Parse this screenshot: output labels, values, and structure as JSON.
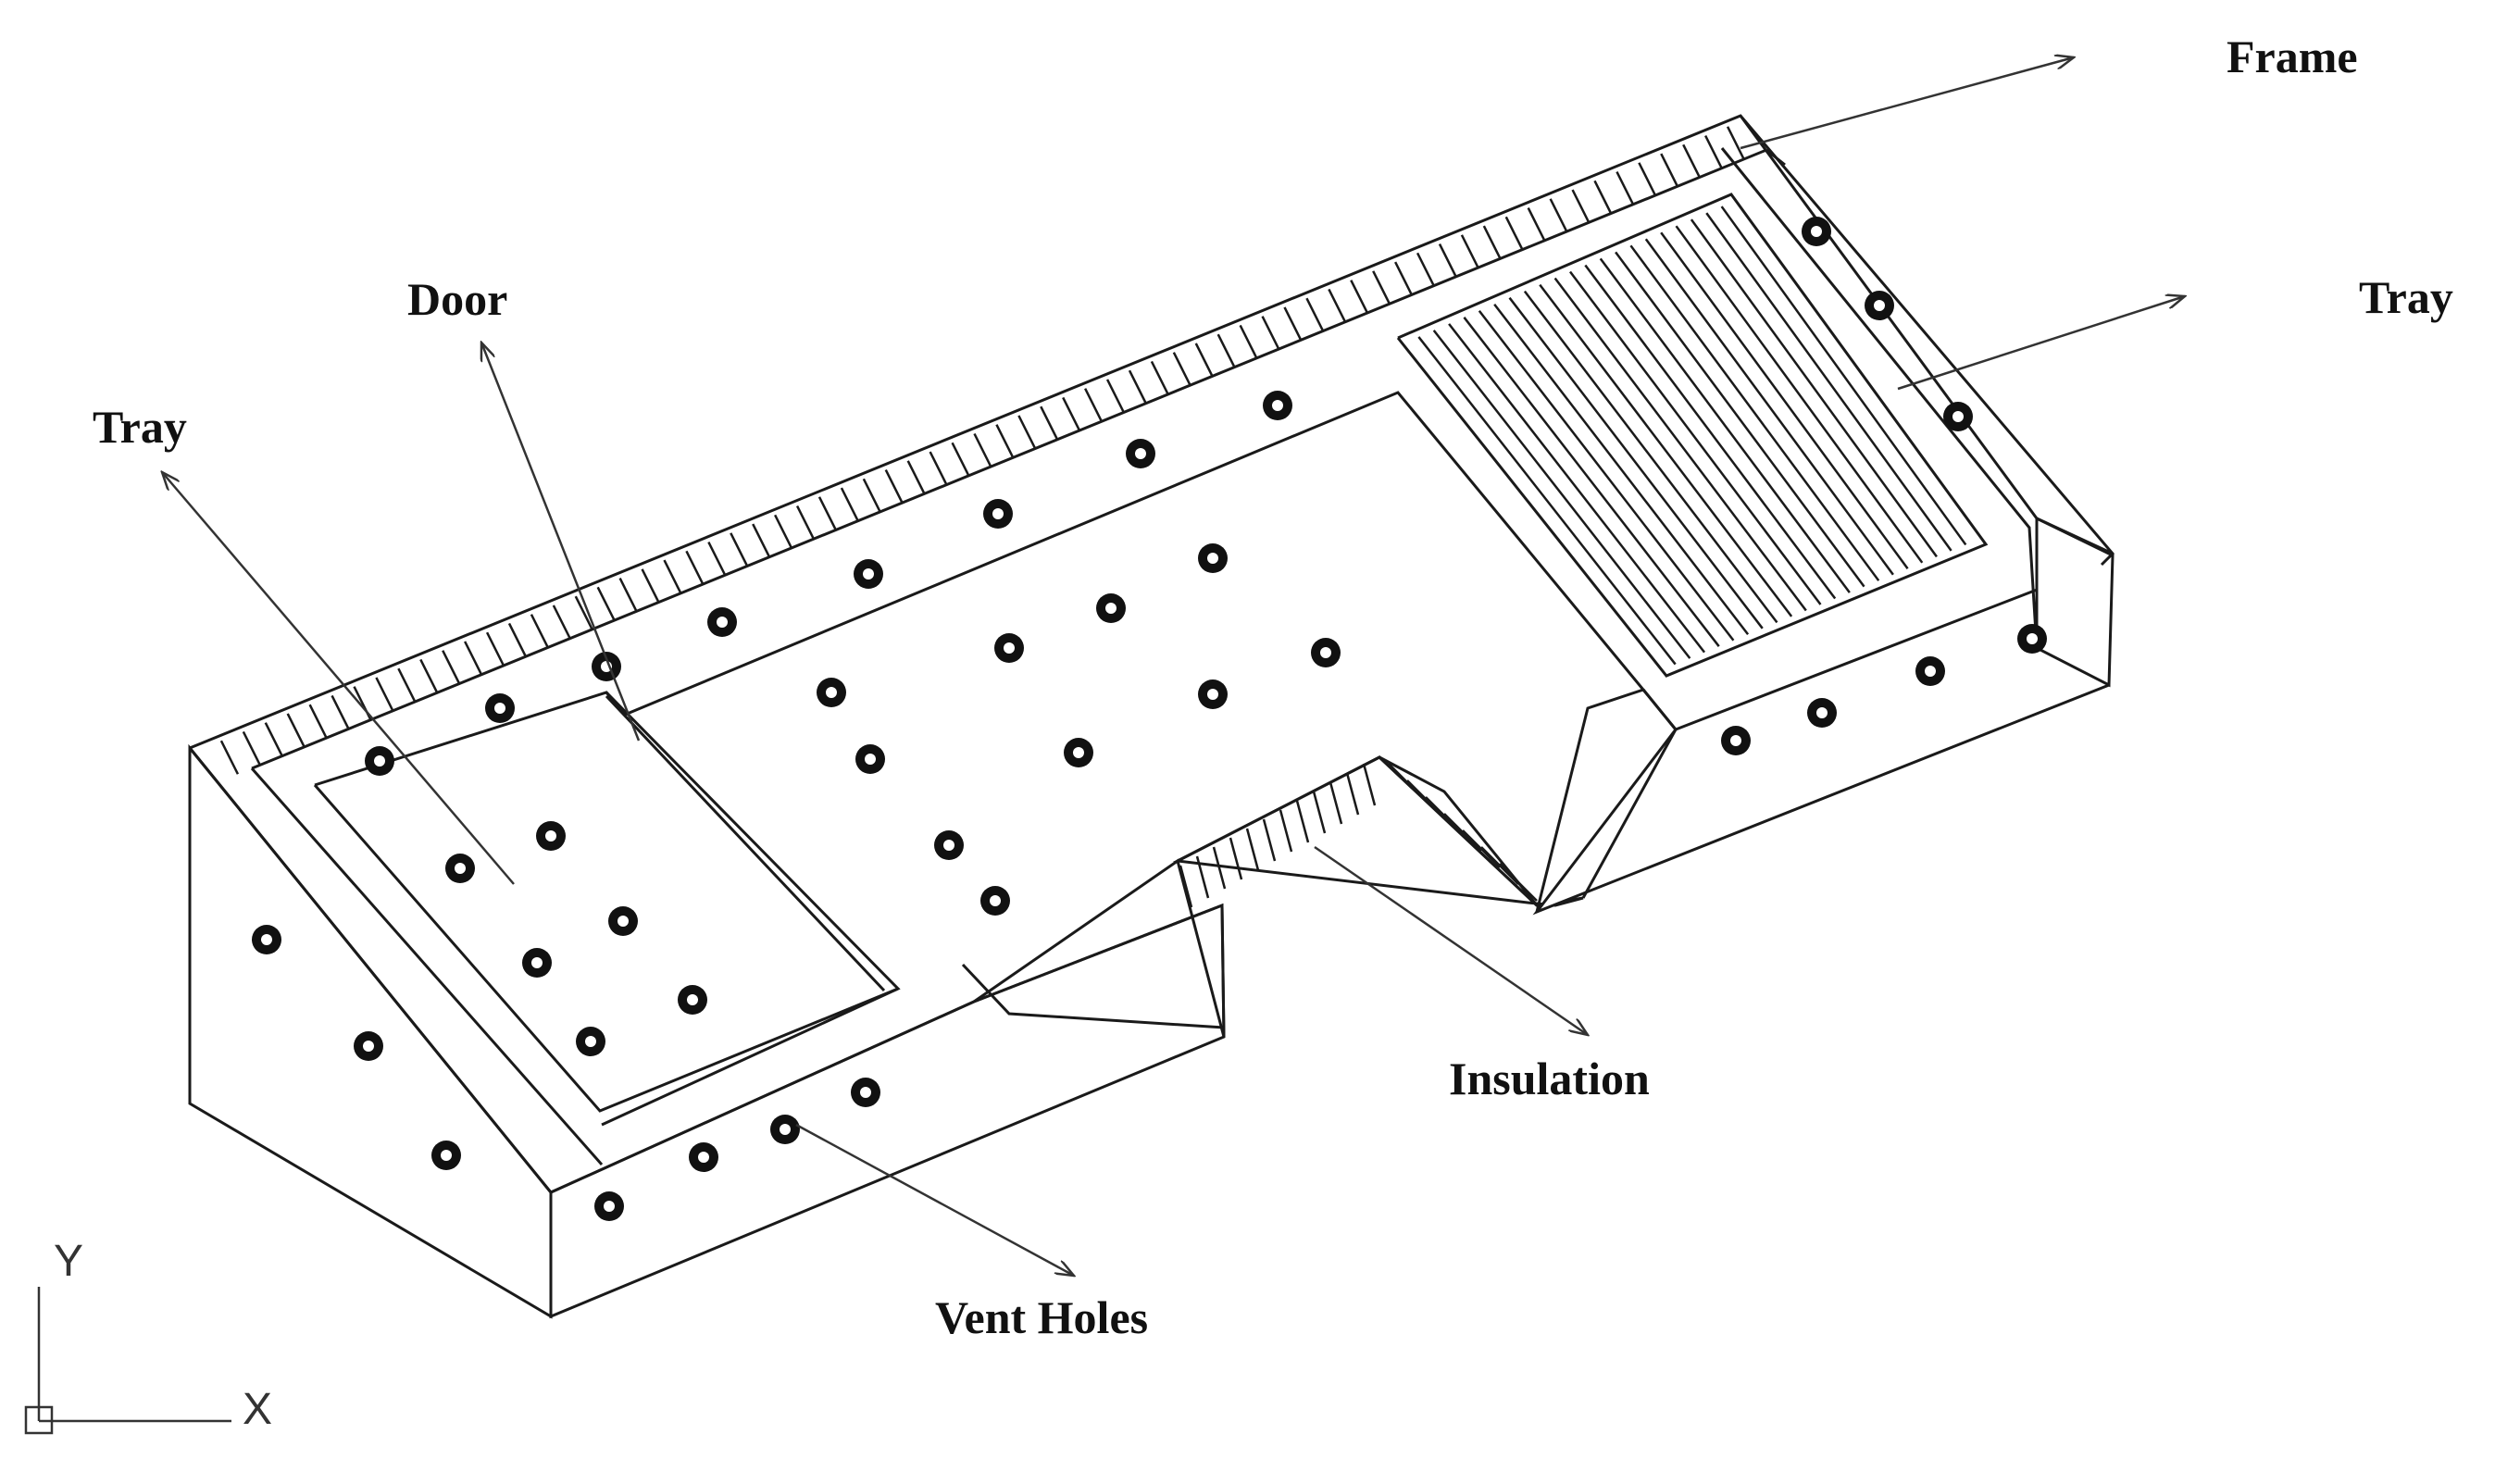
{
  "labels": {
    "frame": "Frame",
    "tray_right": "Tray",
    "door": "Door",
    "tray_left": "Tray",
    "insulation": "Insulation",
    "vent_holes": "Vent Holes"
  },
  "axes": {
    "y": "Y",
    "x": "X"
  },
  "colors": {
    "line": "#1a1a1a",
    "background": "#ffffff"
  }
}
